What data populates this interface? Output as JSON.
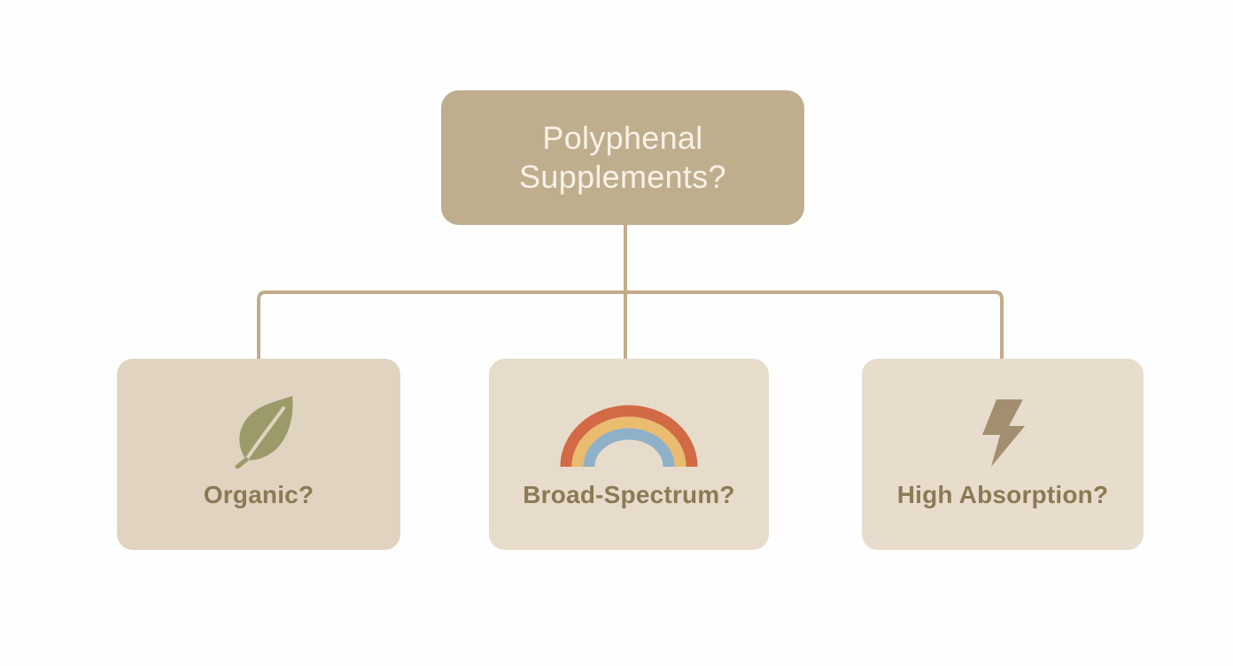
{
  "root": {
    "title_line1": "Polyphenal",
    "title_line2": "Supplements?"
  },
  "children": [
    {
      "label": "Organic?",
      "icon": "leaf-icon"
    },
    {
      "label": "Broad-Spectrum?",
      "icon": "rainbow-icon"
    },
    {
      "label": "High Absorption?",
      "icon": "lightning-icon"
    }
  ],
  "colors": {
    "root_fill": "#bfae8e",
    "root_text": "#f7f1e6",
    "child_fill": "#e5d9c7",
    "child_text": "#8c7a55",
    "connector": "#c1ad8a",
    "leaf": "#9d9a6a",
    "lightning": "#a38f6f",
    "rainbow": [
      "#d26a45",
      "#e9bc70",
      "#8fb0c9"
    ]
  }
}
